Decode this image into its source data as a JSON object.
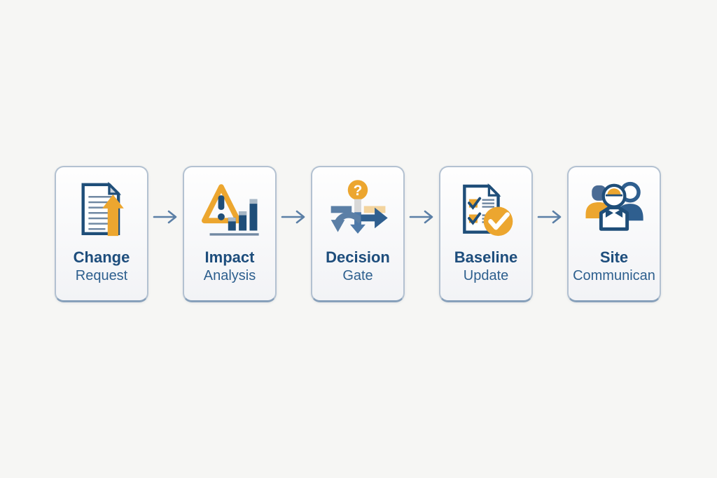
{
  "diagram": {
    "type": "process-flow",
    "direction": "left-to-right",
    "connector": "right-arrow",
    "steps": [
      {
        "id": "change-request",
        "label_line1": "Change",
        "label_line2": "Request",
        "icon": "document-up-arrow-icon"
      },
      {
        "id": "impact-analysis",
        "label_line1": "Impact",
        "label_line2": "Analysis",
        "icon": "warning-bar-chart-icon"
      },
      {
        "id": "decision-gate",
        "label_line1": "Decision",
        "label_line2": "Gate",
        "icon": "branching-arrows-question-icon"
      },
      {
        "id": "baseline-update",
        "label_line1": "Baseline",
        "label_line2": "Update",
        "icon": "checklist-check-circle-icon"
      },
      {
        "id": "site-communication",
        "label_line1": "Site",
        "label_line2": "Communican",
        "icon": "team-people-icon"
      }
    ]
  },
  "colors": {
    "background": "#f6f6f4",
    "card_border": "#b3c1d1",
    "card_border_bottom": "#87a0ba",
    "label_primary": "#1d4d7c",
    "label_secondary": "#2d5f8e",
    "arrow": "#5b7fa6",
    "accent_orange": "#eca62f",
    "navy": "#1f4e79",
    "steel_blue": "#5b7fa6",
    "tan": "#f3d49e"
  }
}
